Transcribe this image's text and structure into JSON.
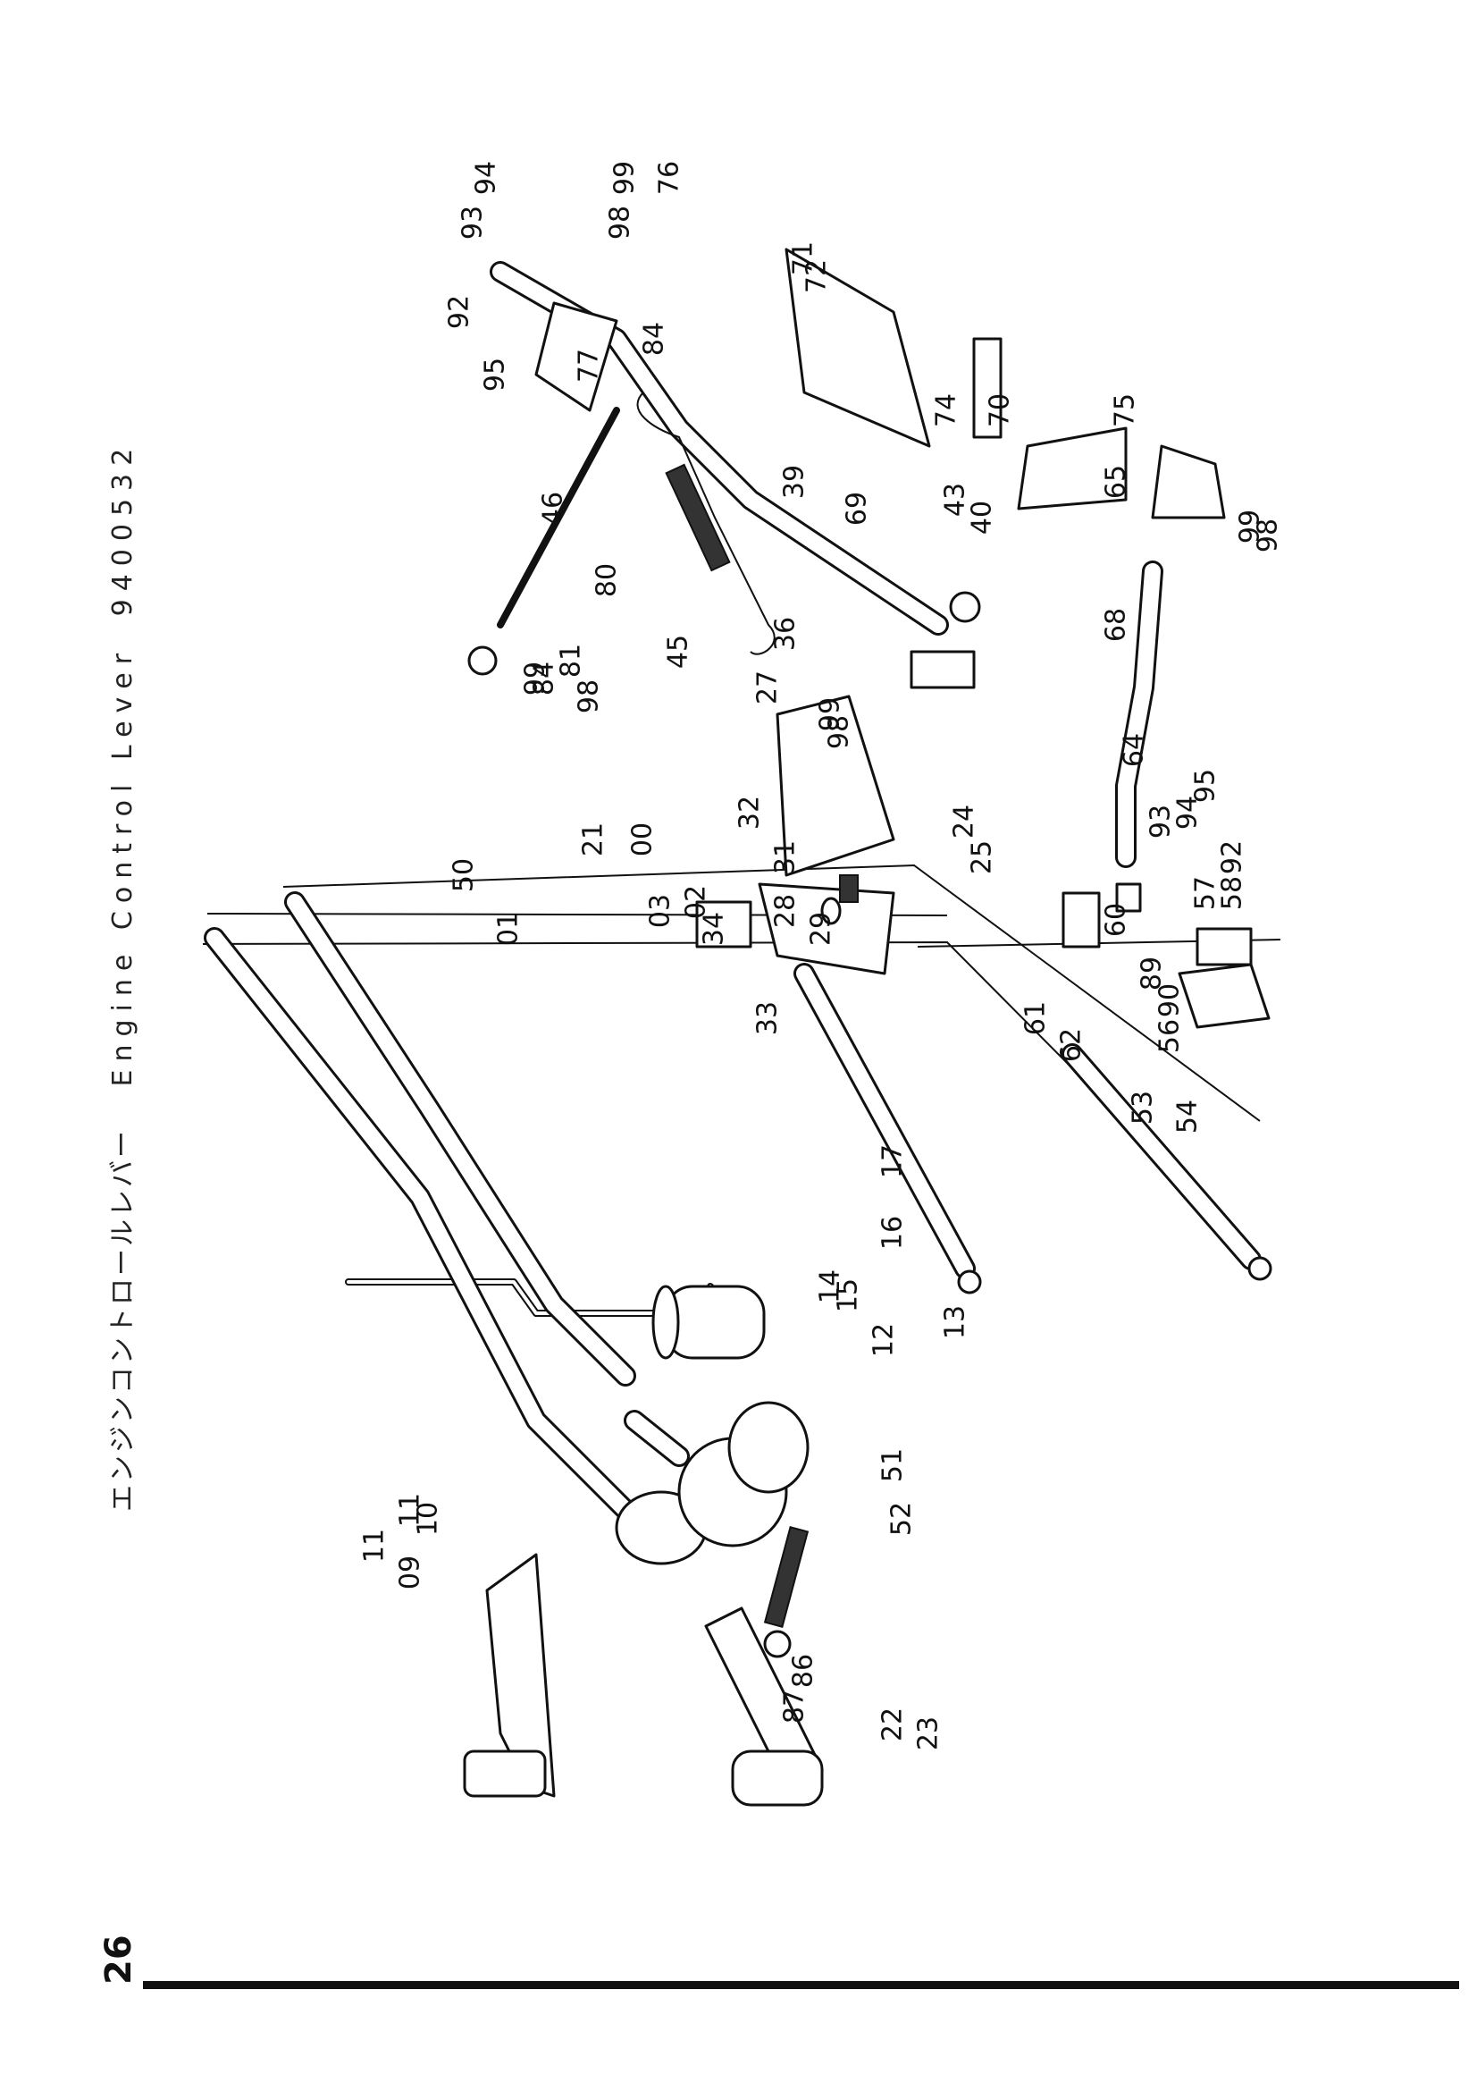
{
  "page": {
    "number": "26",
    "title_jp": "エンジンコントロールレバー",
    "title_en": "Engine Control Lever",
    "part_code": "9400532"
  },
  "callouts": [
    "93",
    "94",
    "92",
    "95",
    "99",
    "98",
    "76",
    "84",
    "71",
    "72",
    "77",
    "46",
    "45",
    "39",
    "43",
    "40",
    "69",
    "74",
    "70",
    "75",
    "65",
    "68",
    "99",
    "98",
    "80",
    "81",
    "84",
    "99",
    "98",
    "27",
    "36",
    "99",
    "98",
    "28",
    "29",
    "32",
    "31",
    "34",
    "33",
    "64",
    "57",
    "58",
    "94",
    "93",
    "95",
    "92",
    "60",
    "89",
    "90",
    "56",
    "61",
    "62",
    "21",
    "50",
    "01",
    "00",
    "03",
    "02",
    "24",
    "25",
    "53",
    "54",
    "17",
    "16",
    "15",
    "13",
    "14",
    "12",
    "51",
    "52",
    "11",
    "10",
    "86",
    "87",
    "22",
    "23",
    "11",
    "09"
  ]
}
